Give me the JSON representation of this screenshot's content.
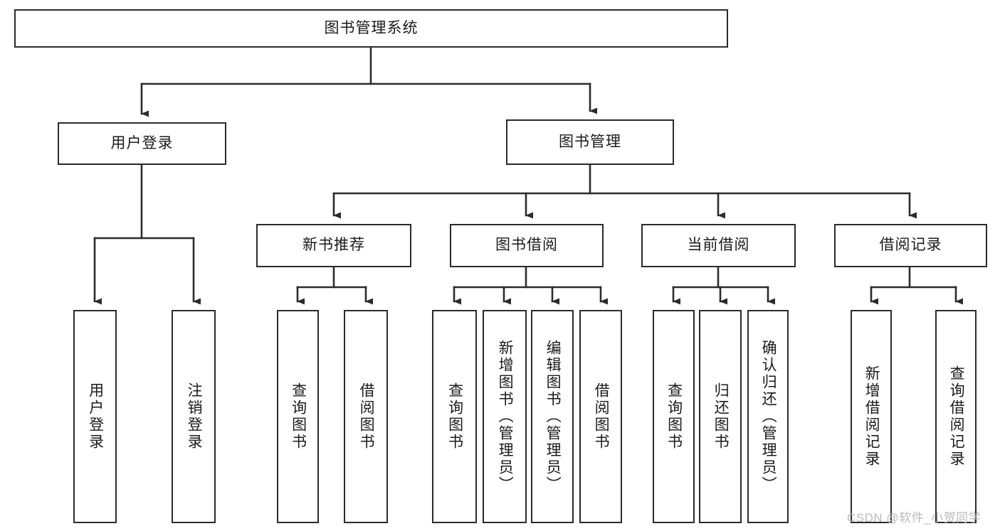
{
  "diagram": {
    "type": "hierarchy-tree",
    "title": "图书管理系统",
    "root": {
      "id": "root",
      "label": "图书管理系统"
    },
    "level1": [
      {
        "id": "user-login",
        "label": "用户登录"
      },
      {
        "id": "book-management",
        "label": "图书管理"
      }
    ],
    "level2": [
      {
        "id": "new-book-recommend",
        "label": "新书推荐",
        "parent": "book-management"
      },
      {
        "id": "book-borrow",
        "label": "图书借阅",
        "parent": "book-management"
      },
      {
        "id": "current-borrow",
        "label": "当前借阅",
        "parent": "book-management"
      },
      {
        "id": "borrow-record",
        "label": "借阅记录",
        "parent": "book-management"
      }
    ],
    "leaves": [
      {
        "id": "leaf-user-login",
        "label": "用户登录",
        "parent": "user-login"
      },
      {
        "id": "leaf-logout",
        "label": "注销登录",
        "parent": "user-login"
      },
      {
        "id": "leaf-query-book-1",
        "label": "查询图书",
        "parent": "new-book-recommend"
      },
      {
        "id": "leaf-borrow-book-1",
        "label": "借阅图书",
        "parent": "new-book-recommend"
      },
      {
        "id": "leaf-query-book-2",
        "label": "查询图书",
        "parent": "book-borrow"
      },
      {
        "id": "leaf-add-book",
        "label": "新增图书（管理员）",
        "parent": "book-borrow"
      },
      {
        "id": "leaf-edit-book",
        "label": "编辑图书（管理员）",
        "parent": "book-borrow"
      },
      {
        "id": "leaf-borrow-book-2",
        "label": "借阅图书",
        "parent": "book-borrow"
      },
      {
        "id": "leaf-query-book-3",
        "label": "查询图书",
        "parent": "current-borrow"
      },
      {
        "id": "leaf-return-book",
        "label": "归还图书",
        "parent": "current-borrow"
      },
      {
        "id": "leaf-confirm-return",
        "label": "确认归还（管理员）",
        "parent": "current-borrow"
      },
      {
        "id": "leaf-add-record",
        "label": "新增借阅记录",
        "parent": "borrow-record"
      },
      {
        "id": "leaf-query-record",
        "label": "查询借阅记录",
        "parent": "borrow-record"
      }
    ]
  },
  "watermark": {
    "text": "CSDN @软件_小贺同学",
    "color": "#b9b9b9"
  },
  "colors": {
    "stroke": "#2b2b2b",
    "background": "#ffffff",
    "text": "#1a1a1a"
  }
}
